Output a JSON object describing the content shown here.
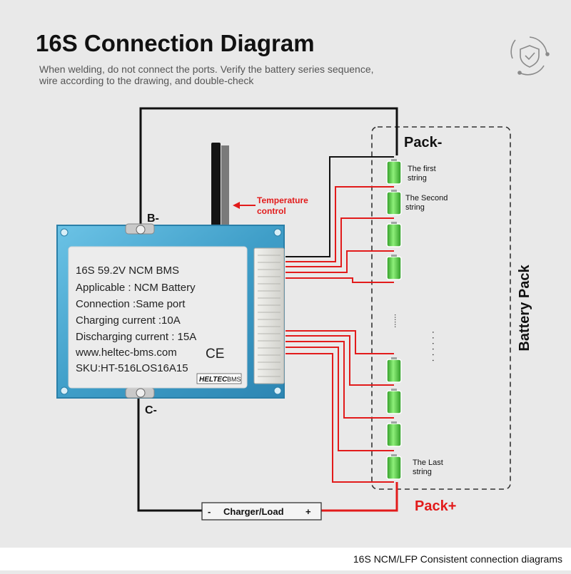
{
  "header": {
    "title": "16S Connection Diagram",
    "subtitle_line1": "When welding, do not connect the ports. Verify the battery series sequence,",
    "subtitle_line2": "wire according to the drawing, and double-check",
    "badge_icon": "shield-check-icon"
  },
  "wiring": {
    "b_minus": "B-",
    "c_minus": "C-",
    "pack_minus": "Pack-",
    "pack_plus": "Pack+",
    "battery_pack_label": "Battery Pack",
    "temperature_line1": "Temperature",
    "temperature_line2": "control",
    "cell_first_line1": "The first",
    "cell_first_line2": "string",
    "cell_second_line1": "The Second",
    "cell_second_line2": "string",
    "cell_last_line1": "The Last",
    "cell_last_line2": "string",
    "charger_minus": "-",
    "charger_label": "Charger/Load",
    "charger_plus": "+",
    "ellipsis": "......"
  },
  "bms_label": {
    "line1": "16S 59.2V NCM BMS",
    "line2": "Applicable : NCM Battery",
    "line3": "Connection :Same port",
    "line4": "Charging current :10A",
    "line5": "Discharging current : 15A",
    "line6": "www.heltec-bms.com",
    "line7": "SKU:HT-516LOS16A15",
    "ce_mark": "CE",
    "brand": "HELTEC",
    "brand_suffix": "BMS"
  },
  "footer": {
    "caption": "16S NCM/LFP Consistent connection diagrams"
  },
  "colors": {
    "wire_red": "#e21b1b",
    "wire_black": "#111111",
    "board_blue": "#3f9ec8",
    "cell_green": "#47c83a",
    "pack_plus_red": "#e21b1b"
  }
}
